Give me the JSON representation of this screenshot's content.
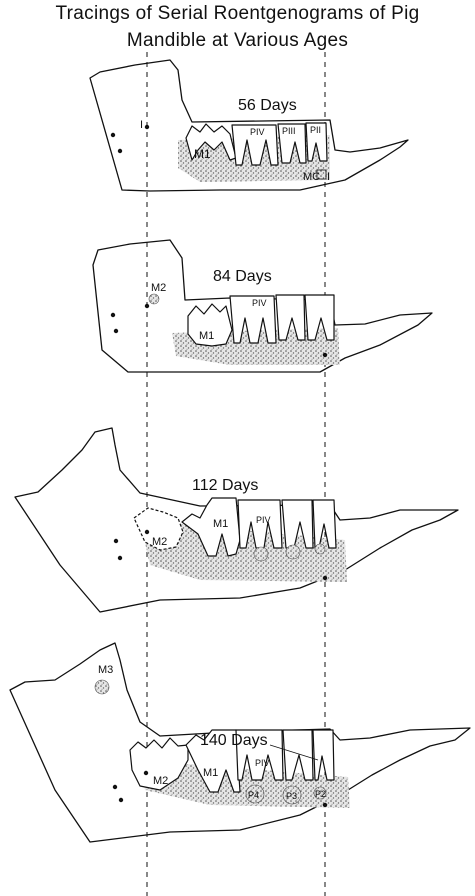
{
  "figure": {
    "title_line1": "Tracings of Serial Roentgenograms of Pig",
    "title_line2": "Mandible at Various Ages"
  },
  "panels": [
    {
      "age": "56 Days",
      "labels": {
        "m1": "M1",
        "p4": "PIV",
        "p3": "PIII",
        "p2": "PII",
        "mc": "MC",
        "i1": "I",
        "mark": "I"
      }
    },
    {
      "age": "84 Days",
      "labels": {
        "m2": "M2",
        "m1": "M1",
        "p4": "PIV"
      }
    },
    {
      "age": "112 Days",
      "labels": {
        "m2": "M2",
        "m1": "M1",
        "p4": "PIV"
      }
    },
    {
      "age": "140 Days",
      "labels": {
        "m3": "M3",
        "m2": "M2",
        "m1": "M1",
        "p4": "PIV",
        "p4b": "P4",
        "p3": "P3",
        "p2": "P2"
      }
    }
  ],
  "colors": {
    "ink": "#111111",
    "background": "#ffffff",
    "stipple": "#6b6b6b"
  }
}
